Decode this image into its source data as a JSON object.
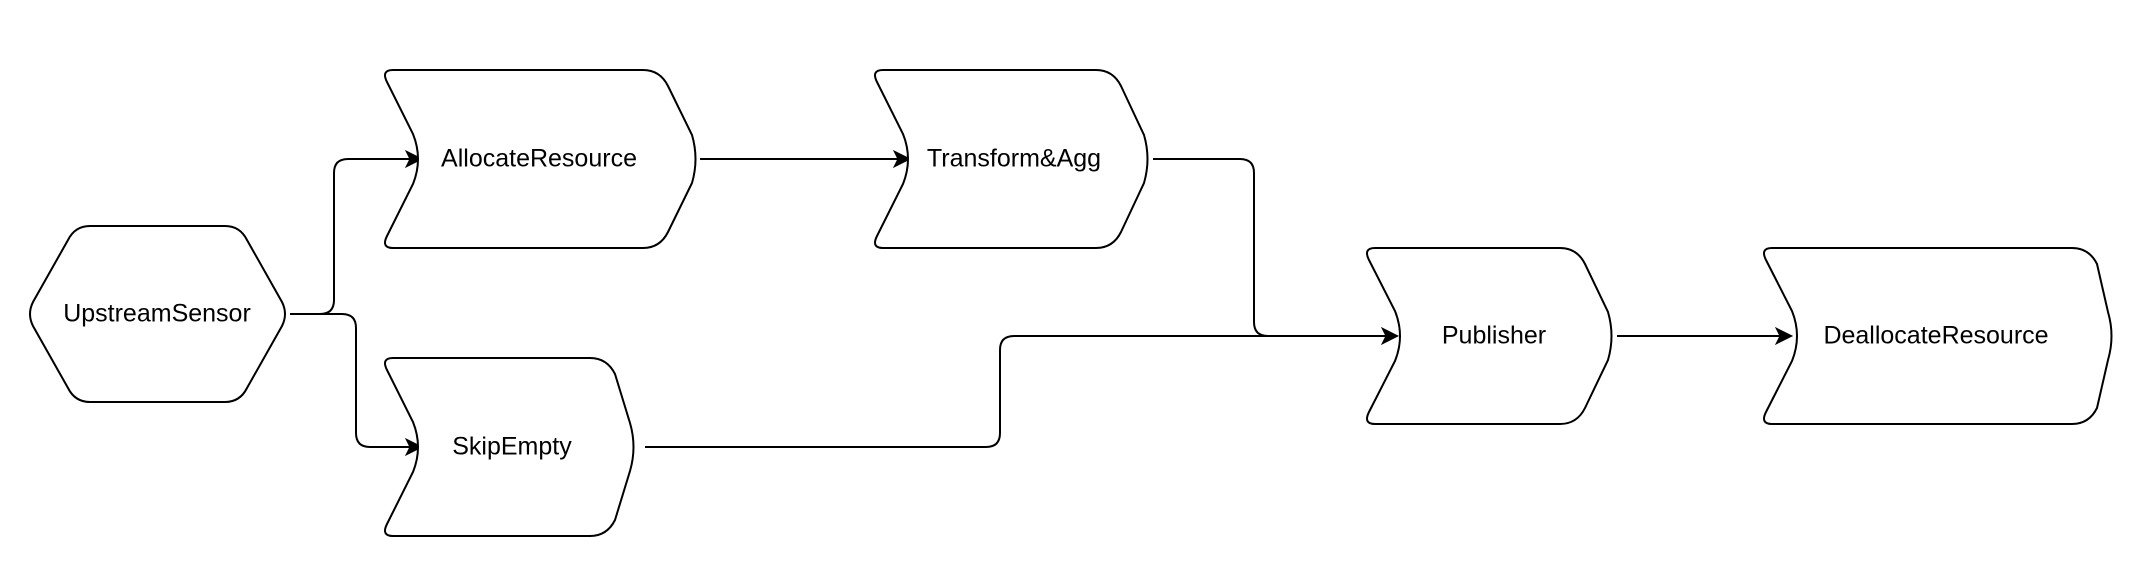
{
  "diagram": {
    "nodes": {
      "upstream_sensor": {
        "label": "UpstreamSensor"
      },
      "allocate_resource": {
        "label": "AllocateResource"
      },
      "skip_empty": {
        "label": "SkipEmpty"
      },
      "transform_agg": {
        "label": "Transform&Agg"
      },
      "publisher": {
        "label": "Publisher"
      },
      "deallocate_resource": {
        "label": "DeallocateResource"
      }
    },
    "edges": [
      {
        "from": "UpstreamSensor",
        "to": "AllocateResource"
      },
      {
        "from": "UpstreamSensor",
        "to": "SkipEmpty"
      },
      {
        "from": "AllocateResource",
        "to": "Transform&Agg"
      },
      {
        "from": "Transform&Agg",
        "to": "Publisher"
      },
      {
        "from": "SkipEmpty",
        "to": "Publisher"
      },
      {
        "from": "Publisher",
        "to": "DeallocateResource"
      }
    ],
    "colors": {
      "stroke": "#000000",
      "fill": "#ffffff",
      "background": "#ffffff"
    }
  }
}
